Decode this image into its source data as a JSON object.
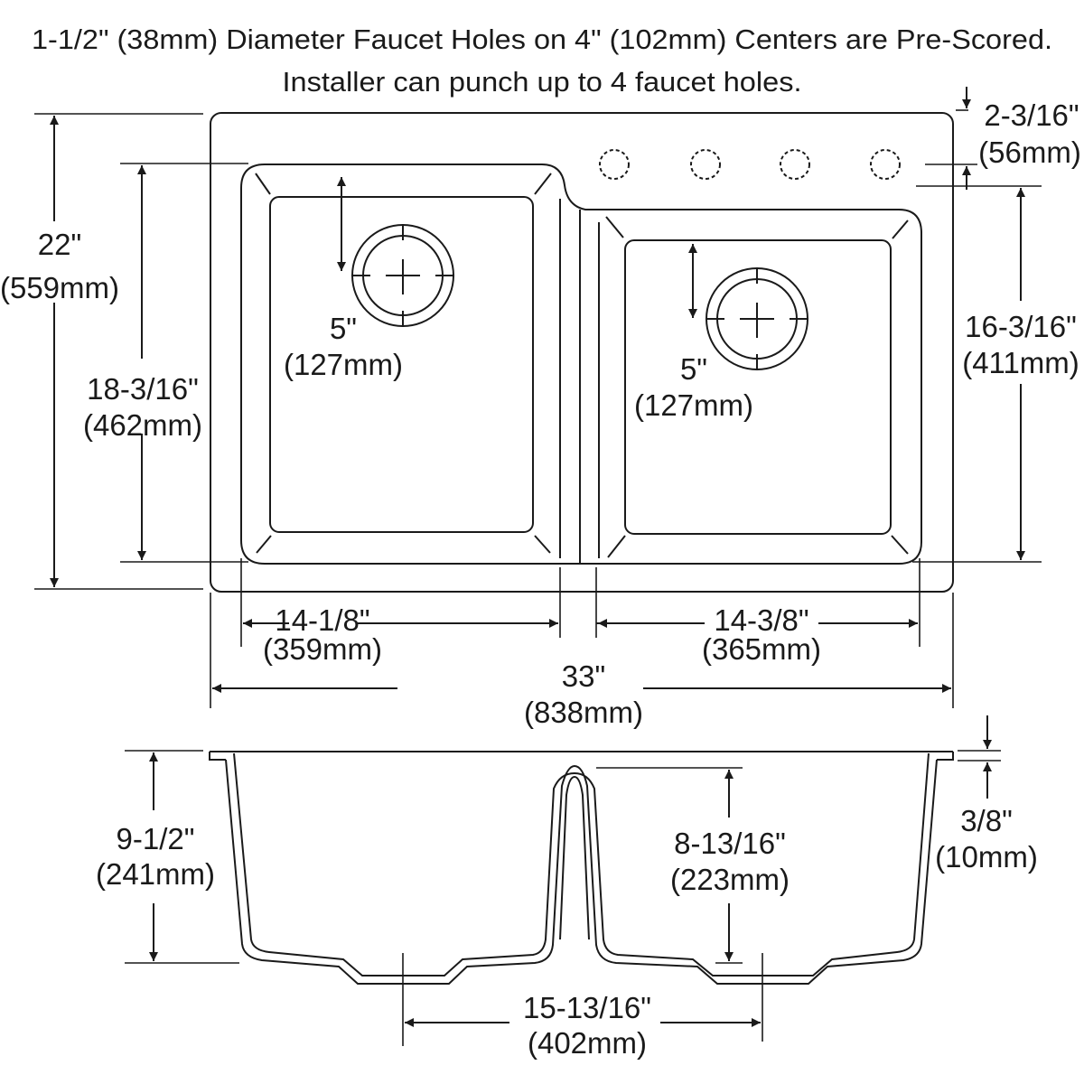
{
  "title": {
    "line1": "1-1/2\" (38mm) Diameter Faucet Holes on 4\" (102mm) Centers are Pre-Scored.",
    "line2": "Installer can punch up to 4 faucet holes."
  },
  "colors": {
    "line": "#1a1a1a",
    "background": "#ffffff"
  },
  "plan_view": {
    "faucet_holes": {
      "count": 4,
      "style": "dashed-circle",
      "diameter": "1-1/2\" (38mm)",
      "spacing": "4\" (102mm)"
    },
    "dimensions": {
      "overall_depth": {
        "imperial": "22\"",
        "metric": "(559mm)"
      },
      "left_bowl_depth": {
        "imperial": "18-3/16\"",
        "metric": "(462mm)"
      },
      "right_bowl_depth": {
        "imperial": "16-3/16\"",
        "metric": "(411mm)"
      },
      "faucet_setback": {
        "imperial": "2-3/16\"",
        "metric": "(56mm)"
      },
      "left_drain_offset": {
        "imperial": "5\"",
        "metric": "(127mm)"
      },
      "right_drain_offset": {
        "imperial": "5\"",
        "metric": "(127mm)"
      },
      "left_bowl_width": {
        "imperial": "14-1/8\"",
        "metric": "(359mm)"
      },
      "right_bowl_width": {
        "imperial": "14-3/8\"",
        "metric": "(365mm)"
      },
      "overall_width": {
        "imperial": "33\"",
        "metric": "(838mm)"
      }
    }
  },
  "section_view": {
    "dimensions": {
      "left_bowl_height": {
        "imperial": "9-1/2\"",
        "metric": "(241mm)"
      },
      "right_bowl_height": {
        "imperial": "8-13/16\"",
        "metric": "(223mm)"
      },
      "rim_thickness": {
        "imperial": "3/8\"",
        "metric": "(10mm)"
      },
      "drain_center_spacing": {
        "imperial": "15-13/16\"",
        "metric": "(402mm)"
      }
    }
  }
}
